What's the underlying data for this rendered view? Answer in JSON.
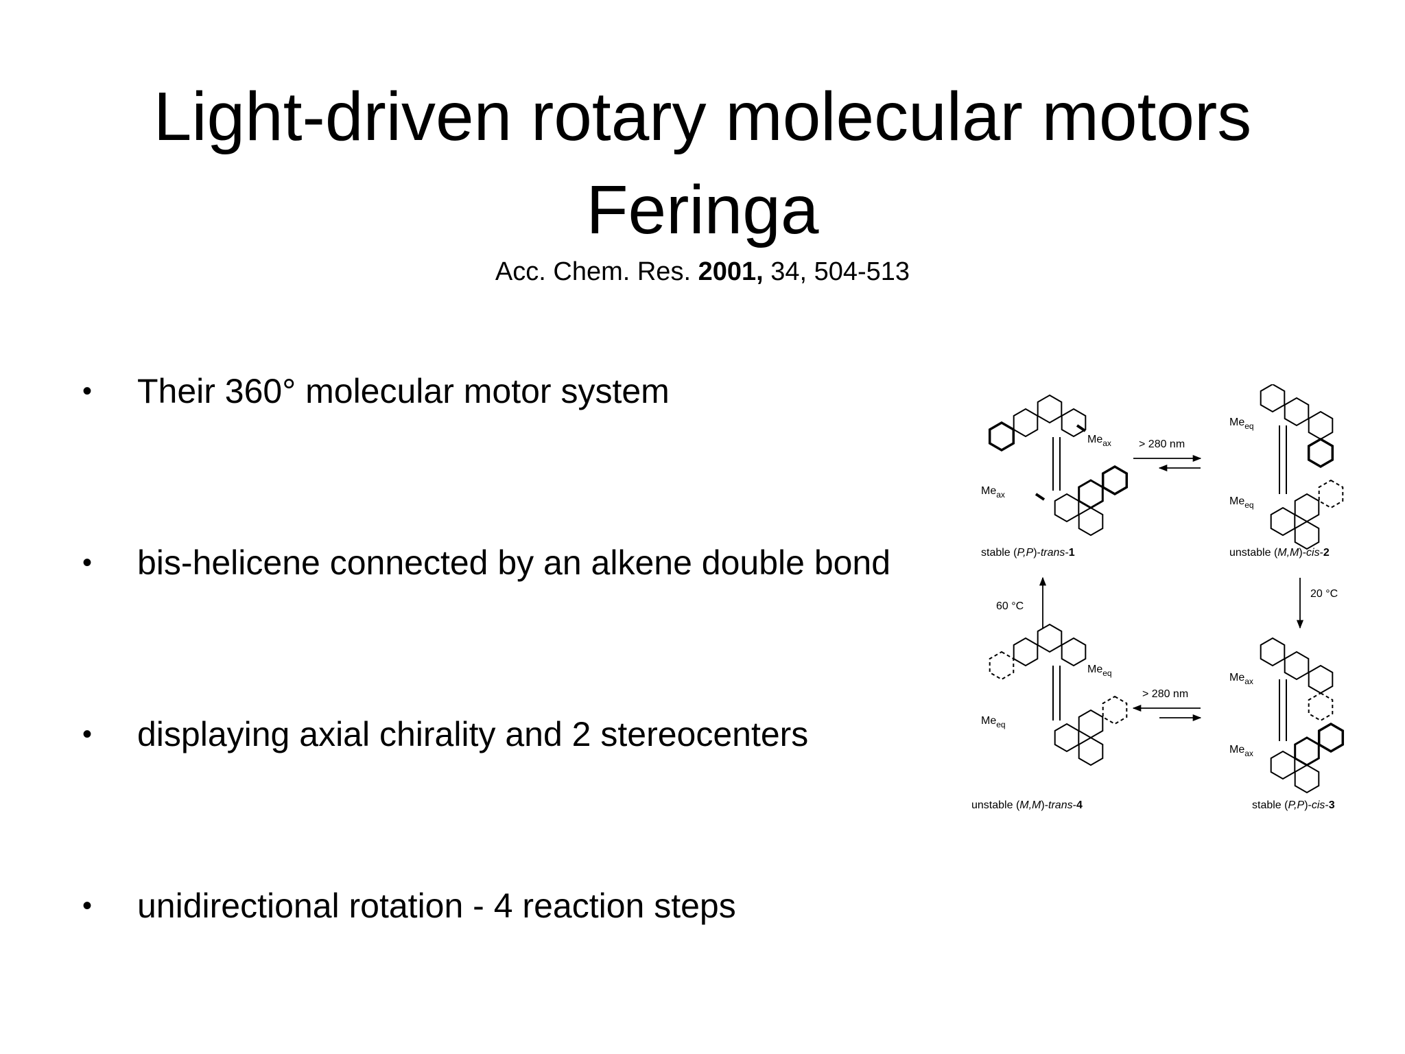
{
  "slide": {
    "title_line1": "Light-driven rotary molecular motors",
    "title_line2": "Feringa",
    "citation": {
      "journal": "Acc. Chem. Res. ",
      "year": "2001,",
      "volume_pages": " 34, 504-513"
    },
    "bullet_glyph": "•",
    "bullets": [
      "Their 360° molecular motor system",
      "bis-helicene connected by an alkene double bond",
      "displaying axial chirality and 2 stereocenters",
      "unidirectional rotation - 4 reaction steps"
    ]
  },
  "scheme": {
    "labels": {
      "c1": {
        "prefix": "stable (",
        "cfg": "P,P",
        "mid": ")-",
        "iso": "trans",
        "dash": "-",
        "num": "1"
      },
      "c2": {
        "prefix": "unstable (",
        "cfg": "M,M",
        "mid": ")-",
        "iso": "cis",
        "dash": "-",
        "num": "2"
      },
      "c3": {
        "prefix": "stable (",
        "cfg": "P,P",
        "mid": ")-",
        "iso": "cis",
        "dash": "-",
        "num": "3"
      },
      "c4": {
        "prefix": "unstable (",
        "cfg": "M,M",
        "mid": ")-",
        "iso": "trans",
        "dash": "-",
        "num": "4"
      }
    },
    "conditions": {
      "light_top": "> 280 nm",
      "light_bottom": "> 280 nm",
      "heat_right": "20 °C",
      "heat_left": "60 °C"
    },
    "substituents": {
      "me": "Me",
      "ax": "ax",
      "eq": "eq"
    }
  }
}
